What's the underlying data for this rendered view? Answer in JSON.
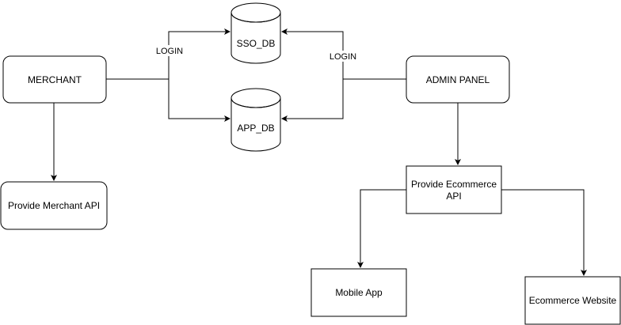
{
  "diagram": {
    "nodes": {
      "merchant": {
        "label": "MERCHANT"
      },
      "admin_panel": {
        "label": "ADMIN PANEL"
      },
      "sso_db": {
        "label": "SSO_DB"
      },
      "app_db": {
        "label": "APP_DB"
      },
      "merchant_api": {
        "label": "Provide Merchant API"
      },
      "ecommerce_api": {
        "label_line1": "Provide Ecommerce",
        "label_line2": "API"
      },
      "mobile_app": {
        "label": "Mobile App"
      },
      "ecommerce_website": {
        "label": "Ecommerce Website"
      }
    },
    "edges": {
      "merchant_login": {
        "label": "LOGIN"
      },
      "admin_login": {
        "label": "LOGIN"
      }
    },
    "colors": {
      "stroke": "#000000",
      "fill": "#ffffff",
      "text": "#000000"
    }
  }
}
